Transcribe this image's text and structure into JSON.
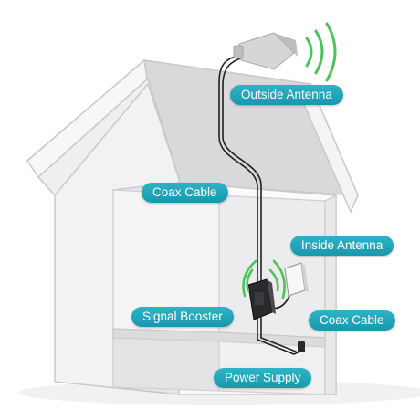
{
  "labels": {
    "outside_antenna": "Outside Antenna",
    "coax_cable_top": "Coax Cable",
    "inside_antenna": "Inside Antenna",
    "signal_booster": "Signal Booster",
    "coax_cable_bottom": "Coax Cable",
    "power_supply": "Power Supply"
  },
  "icons": {
    "outside_antenna": "outside-antenna-icon",
    "inside_antenna": "inside-antenna-icon",
    "booster": "signal-booster-icon",
    "power_supply": "power-supply-icon",
    "signal_waves": "signal-waves-icon"
  },
  "colors": {
    "label_fill": "#1fa2b7",
    "label_text": "#ffffff",
    "wave": "#4cc25a",
    "house_fill": "#e9e9ea",
    "house_stroke": "#c9c9cb",
    "cable": "#222222"
  }
}
